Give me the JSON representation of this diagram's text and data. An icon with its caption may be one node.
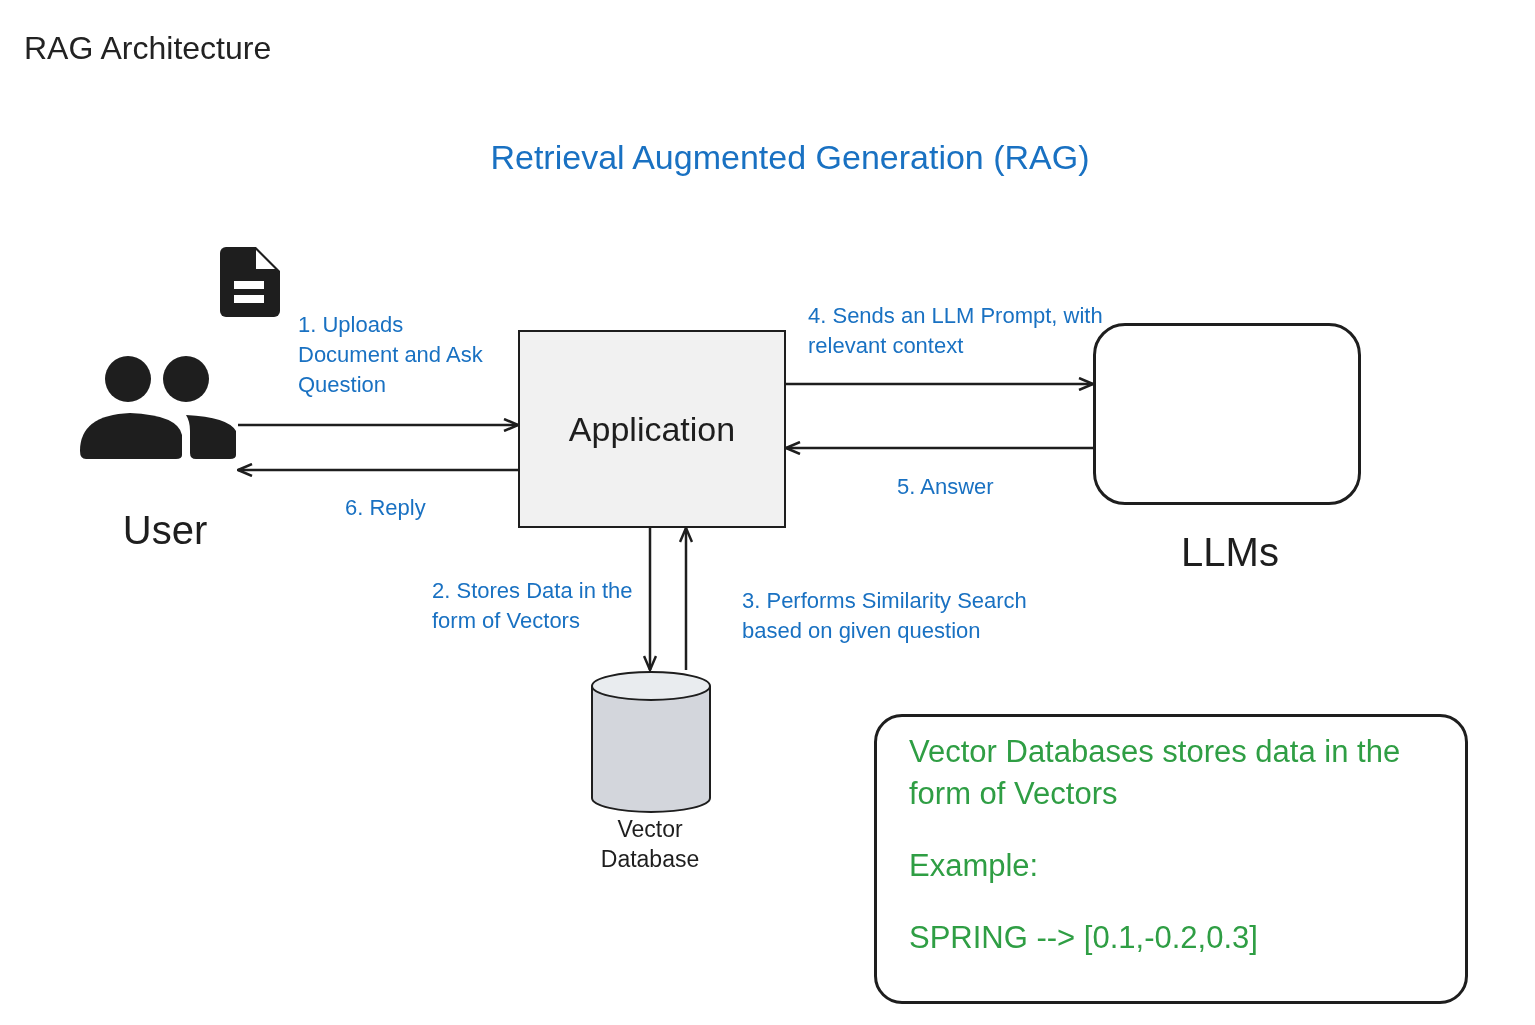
{
  "diagram": {
    "title": "RAG Architecture",
    "nodes": [
      {
        "text": [],
        "shape": "person",
        "beside": [
          "User"
        ]
      },
      {
        "text": [
          "Application"
        ]
      },
      {
        "text": [],
        "shape": "box",
        "beside": [
          "LLMs"
        ]
      },
      {
        "text": [],
        "shape": "cylinder",
        "beside": [
          "Vector Database"
        ]
      },
      {
        "text": [
          "Vector Databases stores data in the form of Vectors",
          "Example:",
          "SPRING --> [0.1,-0.2,0.3]"
        ]
      }
    ],
    "edges": [
      {
        "from": 0,
        "to": 1,
        "arrow": "to",
        "label": "1. Uploads Document and Ask Question"
      },
      {
        "from": 1,
        "to": 3,
        "arrow": "to",
        "label": "2. Stores Data in the form of Vectors"
      },
      {
        "from": 3,
        "to": 1,
        "arrow": "to",
        "label": "3. Performs Similarity Search based on given question"
      },
      {
        "from": 1,
        "to": 2,
        "arrow": "to",
        "label": "4. Sends an LLM Prompt, with relevant context"
      },
      {
        "from": 2,
        "to": 1,
        "arrow": "to",
        "label": "5. Answer"
      },
      {
        "from": 1,
        "to": 0,
        "arrow": "to",
        "label": "6. Reply"
      }
    ],
    "labels": [
      "Retrieval Augmented Generation (RAG)"
    ]
  }
}
